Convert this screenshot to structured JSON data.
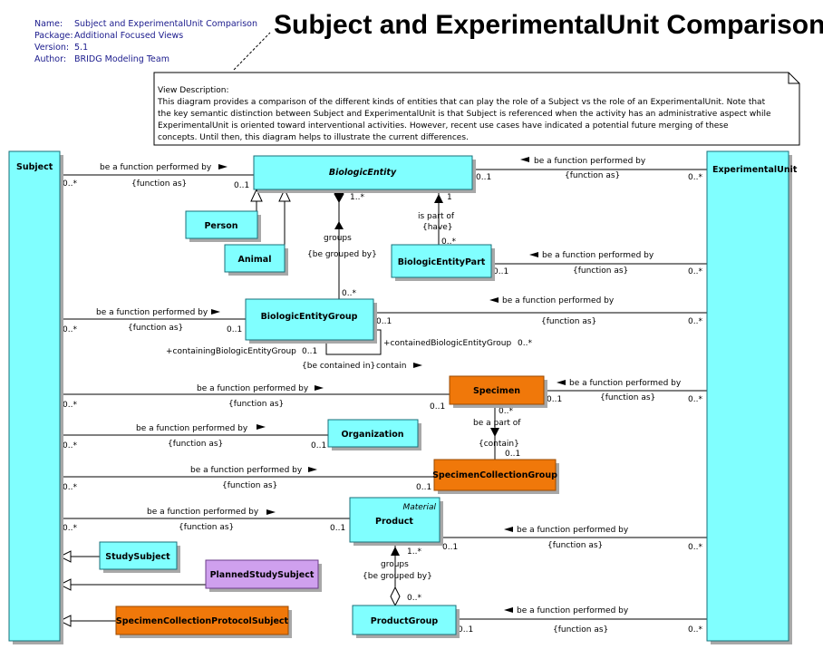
{
  "header": {
    "meta": [
      {
        "key": "Name:",
        "value": "Subject and ExperimentalUnit Comparison"
      },
      {
        "key": "Package:",
        "value": "Additional Focused Views"
      },
      {
        "key": "Version:",
        "value": "5.1"
      },
      {
        "key": "Author:",
        "value": "BRIDG Modeling Team"
      }
    ],
    "title": "Subject and ExperimentalUnit Comparison"
  },
  "note": {
    "heading": "View Description:",
    "lines": [
      "This diagram provides a comparison of the different kinds of entities that can play the role of a Subject vs the role of an ExperimentalUnit.  Note that",
      "the key semantic distinction between Subject and ExperimentalUnit is that Subject is referenced when the activity has an administrative aspect while",
      "ExperimentalUnit is oriented toward interventional activities.  However, recent use cases have indicated a potential future merging of these",
      "concepts.  Until then, this diagram helps to illustrate the current differences."
    ]
  },
  "classes": {
    "subject": "Subject",
    "experimental_unit": "ExperimentalUnit",
    "biologic_entity": "BiologicEntity",
    "person": "Person",
    "animal": "Animal",
    "biologic_entity_part": "BiologicEntityPart",
    "biologic_entity_group": "BiologicEntityGroup",
    "specimen": "Specimen",
    "organization": "Organization",
    "specimen_collection_group": "SpecimenCollectionGroup",
    "product_stereotype": "Material",
    "product": "Product",
    "study_subject": "StudySubject",
    "planned_study_subject": "PlannedStudySubject",
    "specimen_collection_protocol_subject": "SpecimenCollectionProtocolSubject",
    "product_group": "ProductGroup"
  },
  "labels": {
    "be_function": "be a function performed by",
    "function_as": "{function as}",
    "m_0n": "0..*",
    "m_01": "0..1",
    "m_1": "1",
    "m_1n": "1..*",
    "groups": "groups",
    "be_grouped_by": "{be grouped by}",
    "is_part_of": "is part of",
    "have": "{have}",
    "containing": "+containingBiologicEntityGroup",
    "contained": "+containedBiologicEntityGroup",
    "be_contained_in": "{be contained in}",
    "contain_word": "contain",
    "be_a_part_of": "be a part of",
    "contain": "{contain}"
  },
  "colors": {
    "cyan": "#80ffff",
    "orange": "#f0780a",
    "purple": "#cfa0ee",
    "meta_text": "#1a1a8c"
  }
}
